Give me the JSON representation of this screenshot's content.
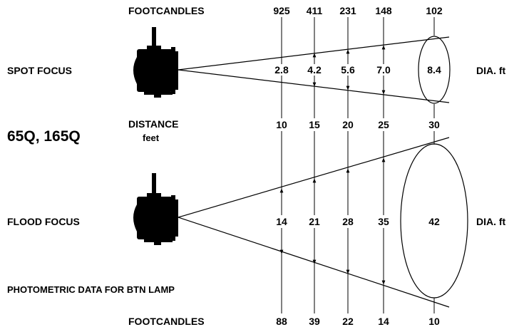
{
  "model": "65Q, 165Q",
  "footcandles_label": "FOOTCANDLES",
  "distance_label": "DISTANCE",
  "distance_unit": "feet",
  "dia_label": "DIA. ft",
  "caption": "PHOTOMETRIC DATA FOR BTN LAMP",
  "distances": [
    "10",
    "15",
    "20",
    "25",
    "30"
  ],
  "spot": {
    "label": "SPOT  FOCUS",
    "footcandles": [
      "925",
      "411",
      "231",
      "148",
      "102"
    ],
    "diameters": [
      "2.8",
      "4.2",
      "5.6",
      "7.0",
      "8.4"
    ]
  },
  "flood": {
    "label": "FLOOD FOCUS",
    "footcandles": [
      "88",
      "39",
      "22",
      "14",
      "10"
    ],
    "diameters": [
      "14",
      "21",
      "28",
      "35",
      "42"
    ]
  }
}
